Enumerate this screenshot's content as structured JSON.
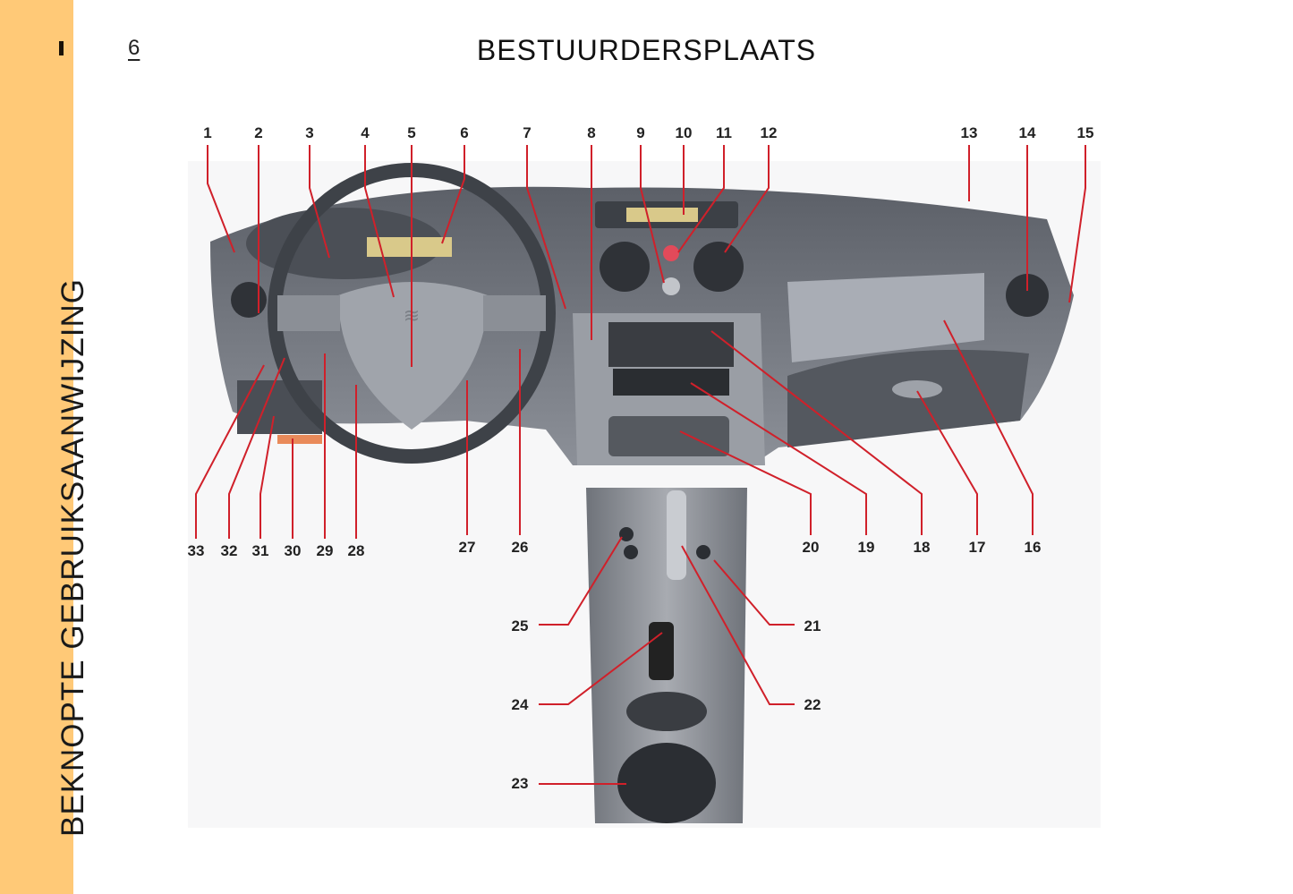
{
  "sidebar": {
    "chapter_mark": "I",
    "section_title": "BEKNOPTE GEBRUIKSAANWIJZING"
  },
  "header": {
    "page_number": "6",
    "title": "BESTUURDERSPLAATS"
  },
  "callouts": {
    "top": [
      "1",
      "2",
      "3",
      "4",
      "5",
      "6",
      "7",
      "8",
      "9",
      "10",
      "11",
      "12",
      "13",
      "14",
      "15"
    ],
    "bottom_left": [
      "33",
      "32",
      "31",
      "30",
      "29",
      "28",
      "27",
      "26"
    ],
    "bottom_right": [
      "20",
      "19",
      "18",
      "17",
      "16"
    ],
    "console_left": [
      "25",
      "24",
      "23"
    ],
    "console_right": [
      "21",
      "22"
    ]
  },
  "colors": {
    "sidebar": "#FFC977",
    "callout_line": "#d0202a"
  }
}
